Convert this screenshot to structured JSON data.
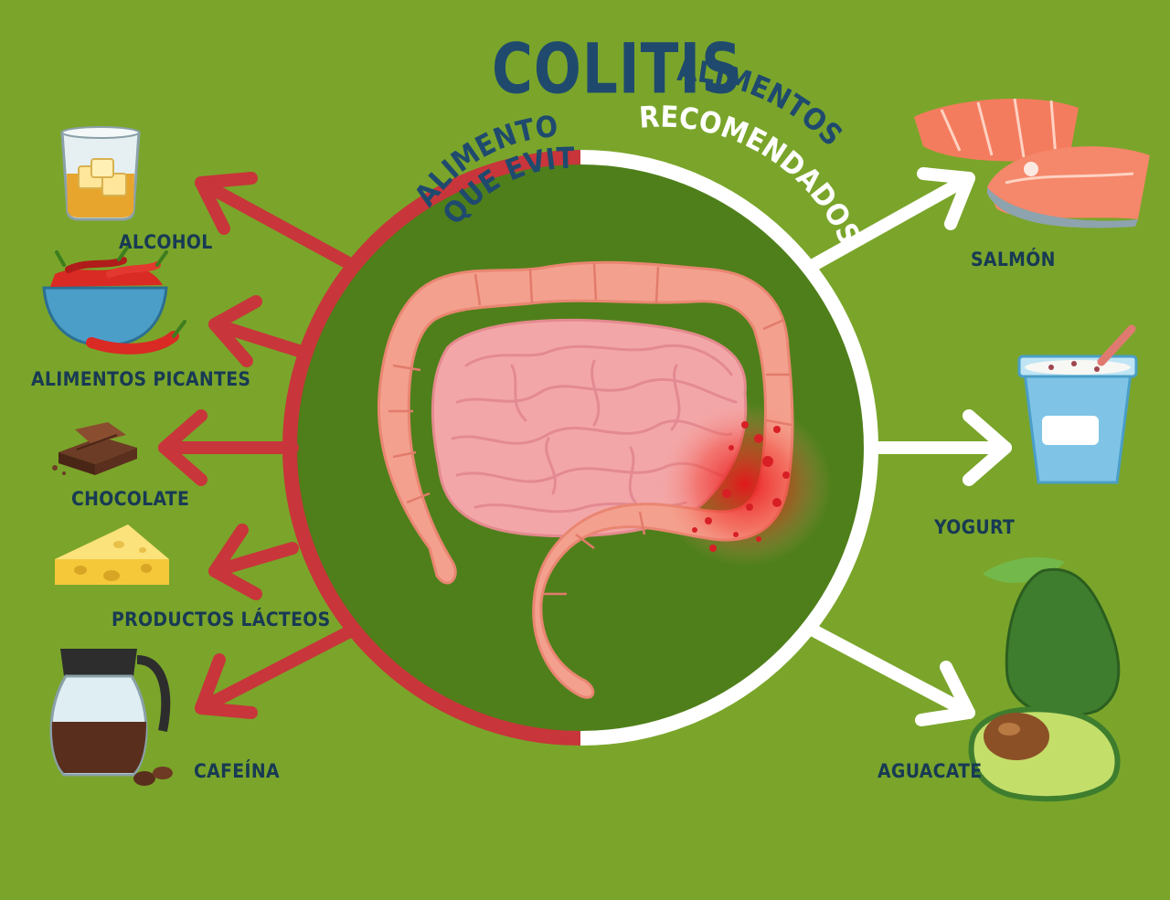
{
  "title": "COLITIS",
  "left_heading": [
    "ALIMENTOS",
    "QUE EVITAR"
  ],
  "right_heading": [
    "ALIMENTOS",
    "RECOMENDADOS"
  ],
  "avoid_items": [
    {
      "label": "ALCOHOL",
      "icon": "whiskey-glass-icon"
    },
    {
      "label": "ALIMENTOS PICANTES",
      "icon": "chili-peppers-icon"
    },
    {
      "label": "CHOCOLATE",
      "icon": "chocolate-icon"
    },
    {
      "label": "PRODUCTOS LÁCTEOS",
      "icon": "cheese-icon"
    },
    {
      "label": "CAFEÍNA",
      "icon": "coffee-pot-icon"
    }
  ],
  "recommended_items": [
    {
      "label": "SALMÓN",
      "icon": "salmon-icon"
    },
    {
      "label": "YOGURT",
      "icon": "yogurt-icon"
    },
    {
      "label": "AGUACATE",
      "icon": "avocado-icon"
    }
  ],
  "colors": {
    "background": "#7aa52a",
    "circle_fill": "#4f7f1a",
    "avoid_red": "#c8353a",
    "recommended_white": "#ffffff",
    "text_navy": "#1a3d5c",
    "intestine_pink": "#f4a08e"
  },
  "center_icon": "intestine-icon"
}
